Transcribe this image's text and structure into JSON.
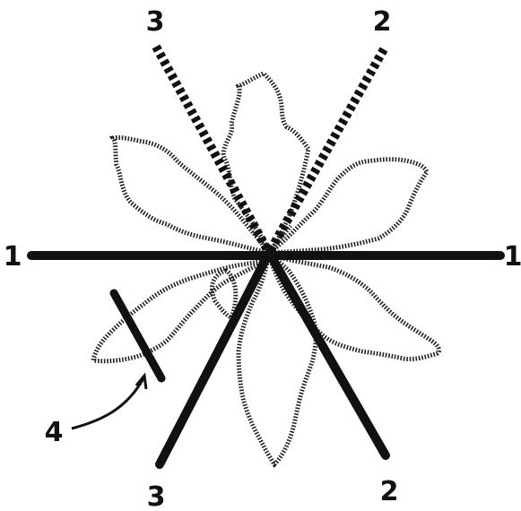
{
  "diagram": {
    "labels": {
      "line1_left": "1",
      "line1_right": "1",
      "line2_top": "2",
      "line2_bottom": "2",
      "line3_top": "3",
      "line3_bottom": "3",
      "marker": "4"
    },
    "colors": {
      "stroke": "#111111",
      "background": "#ffffff"
    }
  }
}
